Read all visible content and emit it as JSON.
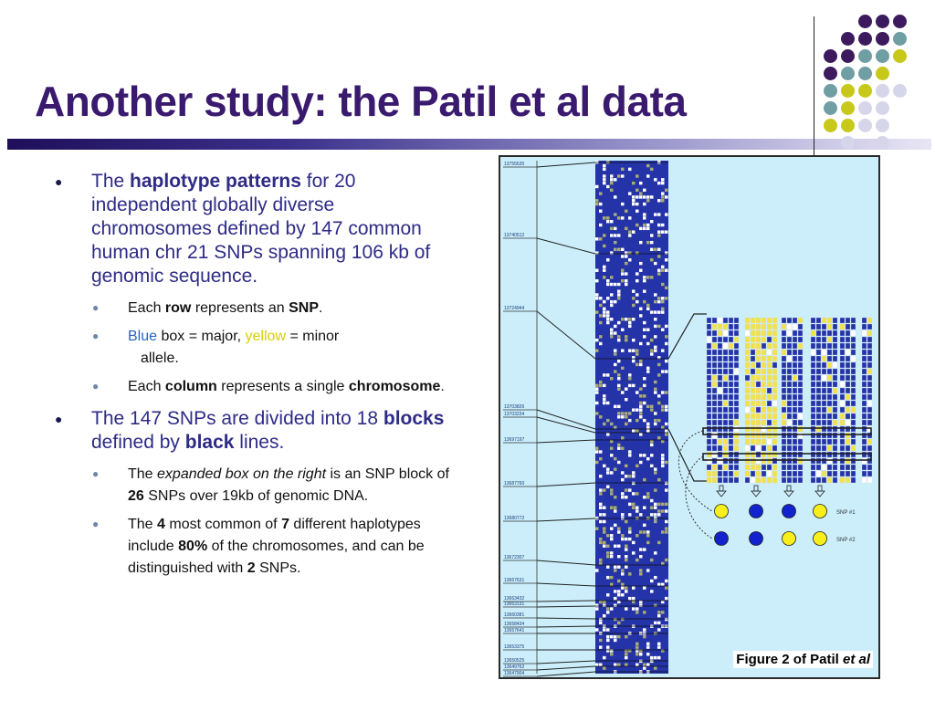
{
  "slide": {
    "title": "Another study: the Patil et al data",
    "colors": {
      "title": "#3a1a6e",
      "bullet_text": "#2e2b86",
      "blue": "#2d5fbf",
      "yellow": "#d8cf00"
    }
  },
  "bullets": {
    "b1": {
      "pre": "The ",
      "kw": "haplotype patterns",
      "post": " for 20 independent globally diverse chromosomes defined by 147 common human chr 21 SNPs spanning 106 kb of genomic sequence."
    },
    "s1": {
      "pre": "Each ",
      "kw": "row",
      "mid": " represents an ",
      "kw2": "SNP",
      "post": "."
    },
    "s2": {
      "blue": "Blue",
      "mid": " box = major, ",
      "yellow": "yellow",
      "post1": " = minor",
      "post2": "allele."
    },
    "s3": {
      "pre": "Each ",
      "kw": "column",
      "mid": " represents a single ",
      "kw2": "chromosome",
      "post": "."
    },
    "b2": {
      "pre": "The 147 SNPs are divided into 18 ",
      "kw": "blocks",
      "mid": " defined by ",
      "kw2": "black",
      "post": " lines."
    },
    "s4": {
      "pre": "The ",
      "em": "expanded box on the right",
      "mid": " is an SNP block of ",
      "kw": "26",
      "post": " SNPs over 19kb of genomic DNA."
    },
    "s5": {
      "pre": "The ",
      "kw": "4",
      "mid1": " most common of ",
      "kw2": "7",
      "mid2": " different haplotypes include ",
      "kw3": "80%",
      "mid3": " of the chromosomes, and can be distinguished with ",
      "kw4": "2",
      "post": " SNPs."
    }
  },
  "figure": {
    "caption": {
      "pre": "Figure 2 of Patil ",
      "em": "et al"
    },
    "labels": [
      "13755635",
      "13740512",
      "13724944",
      "13703826",
      "13703234",
      "13697197",
      "13687760",
      "13680772",
      "13672307",
      "13667631",
      "13663432",
      "13663131",
      "13660381",
      "13658434",
      "13657641",
      "13653375",
      "13650525",
      "13649762",
      "13647904"
    ],
    "snp_labels": [
      "SNP #1",
      "SNP #2"
    ],
    "snp_circles": {
      "snp1": [
        "yellow",
        "blue",
        "blue",
        "yellow"
      ],
      "snp2": [
        "blue",
        "blue",
        "yellow",
        "yellow"
      ]
    }
  }
}
